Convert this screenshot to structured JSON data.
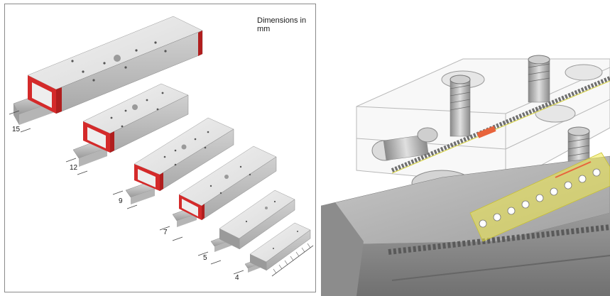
{
  "left_panel": {
    "dimensions_label": "Dimensions in mm",
    "sizes": [
      "15",
      "12",
      "9",
      "7",
      "5",
      "4"
    ]
  },
  "colors": {
    "end_cap": "#d42a2a",
    "carriage": "#dcdcdc",
    "rail": "#c4c4c4",
    "highlight": "#f0e94a",
    "accent": "#e8643c"
  }
}
